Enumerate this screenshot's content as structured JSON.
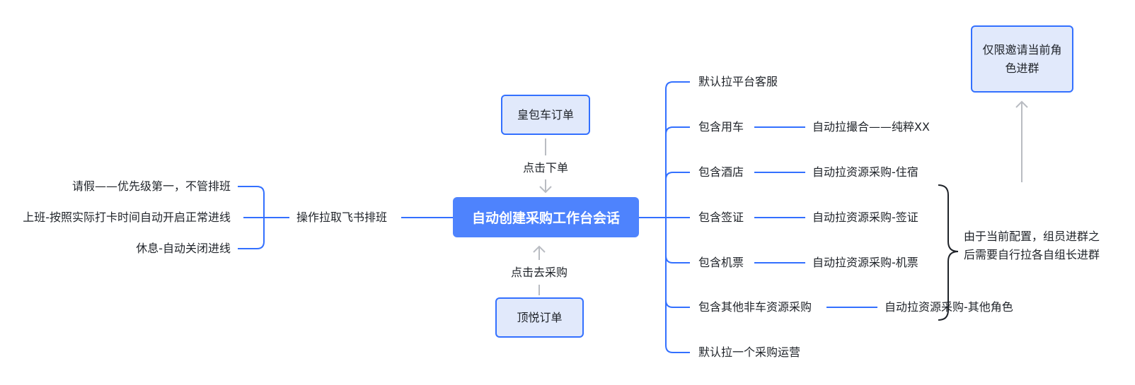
{
  "central": {
    "label": "自动创建采购工作台会话"
  },
  "top_order": {
    "label": "皇包车订单",
    "action": "点击下单"
  },
  "bottom_order": {
    "label": "顶悦订单",
    "action": "点击去采购"
  },
  "left_branch": {
    "label": "操作拉取飞书排班",
    "items": [
      "请假——优先级第一，不管排班",
      "上班-按照实际打卡时间自动开启正常进线",
      "休息-自动关闭进线"
    ]
  },
  "right_branch": {
    "items": [
      {
        "label": "默认拉平台客服",
        "result": ""
      },
      {
        "label": "包含用车",
        "result": "自动拉撮合——纯粹XX"
      },
      {
        "label": "包含酒店",
        "result": "自动拉资源采购-住宿"
      },
      {
        "label": "包含签证",
        "result": "自动拉资源采购-签证"
      },
      {
        "label": "包含机票",
        "result": "自动拉资源采购-机票"
      },
      {
        "label": "包含其他非车资源采购",
        "result": "自动拉资源采购-其他角色"
      },
      {
        "label": "默认拉一个采购运营",
        "result": ""
      }
    ]
  },
  "note": {
    "text": "由于当前配置，组员进群之后需要自行拉各自组长进群"
  },
  "invite_box": {
    "label": "仅限邀请当前角色进群"
  },
  "colors": {
    "line": "#3370ff",
    "node_fill": "#e1e9fb",
    "central_fill": "#4e83fd",
    "arrow": "#b9bcc2"
  }
}
